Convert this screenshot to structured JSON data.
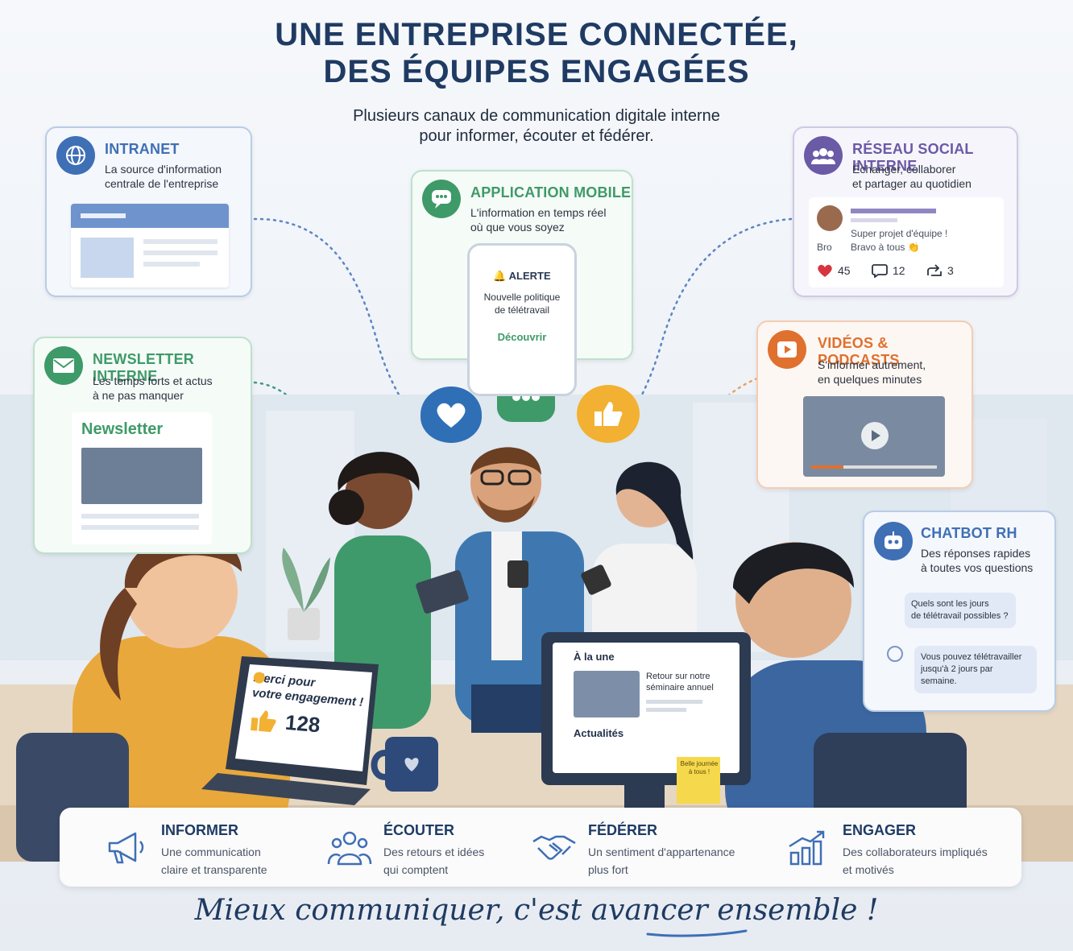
{
  "title_line1": "UNE ENTREPRISE CONNECTÉE,",
  "title_line2": "DES ÉQUIPES ENGAGÉES",
  "subtitle_line1": "Plusieurs canaux de communication digitale interne",
  "subtitle_line2": "pour informer, écouter et fédérer.",
  "channels": {
    "intranet": {
      "title": "INTRANET",
      "desc": "La source d'information\ncentrale de l'entreprise",
      "color": "#3f6fb5"
    },
    "mobile": {
      "title": "APPLICATION MOBILE",
      "desc": "L'information en temps réel\noù que vous soyez",
      "color": "#3e9a68",
      "alert_label": "ALERTE",
      "alert_text": "Nouvelle politique\nde télétravail",
      "alert_cta": "Découvrir"
    },
    "social": {
      "title": "RÉSEAU SOCIAL INTERNE",
      "desc": "Échanger, collaborer\net partager au quotidien",
      "color": "#6b5aa6",
      "post_line1": "Super projet d'équipe !",
      "post_line2": "Bravo à tous 👏",
      "post_author": "Bro",
      "likes": "45",
      "comments": "12",
      "shares": "3"
    },
    "newsletter": {
      "title": "NEWSLETTER INTERNE",
      "desc": "Les temps forts et actus\nà ne pas manquer",
      "color": "#3e9a68",
      "heading": "Newsletter"
    },
    "videos": {
      "title": "VIDÉOS & PODCASTS",
      "desc": "S'informer autrement,\nen quelques minutes",
      "color": "#e0702e"
    },
    "chatbot": {
      "title": "CHATBOT RH",
      "desc": "Des réponses rapides\nà toutes vos questions",
      "color": "#3f6fb5",
      "question": "Quels sont les jours\nde télétravail possibles ?",
      "answer": "Vous pouvez télétravailler\njusqu'à 2 jours par semaine."
    }
  },
  "scene": {
    "laptop_text": "Merci pour\nvotre engagement !",
    "laptop_count": "128",
    "monitor_heading": "À la une",
    "monitor_article": "Retour sur notre\nséminaire annuel",
    "monitor_section": "Actualités",
    "sticky_note": "Belle journée\nà tous !"
  },
  "pillars": [
    {
      "title": "INFORMER",
      "desc": "Une communication\nclaire et transparente"
    },
    {
      "title": "ÉCOUTER",
      "desc": "Des retours et idées\nqui comptent"
    },
    {
      "title": "FÉDÉRER",
      "desc": "Un sentiment d'appartenance\nplus fort"
    },
    {
      "title": "ENGAGER",
      "desc": "Des collaborateurs impliqués\net motivés"
    }
  ],
  "tagline": "Mieux communiquer, c'est avancer ensemble !",
  "colors": {
    "navy": "#1f3b63",
    "blue": "#3f6fb5",
    "green": "#3e9a68",
    "orange": "#e0702e",
    "purple": "#6b5aa6",
    "yellow": "#f2b132"
  }
}
